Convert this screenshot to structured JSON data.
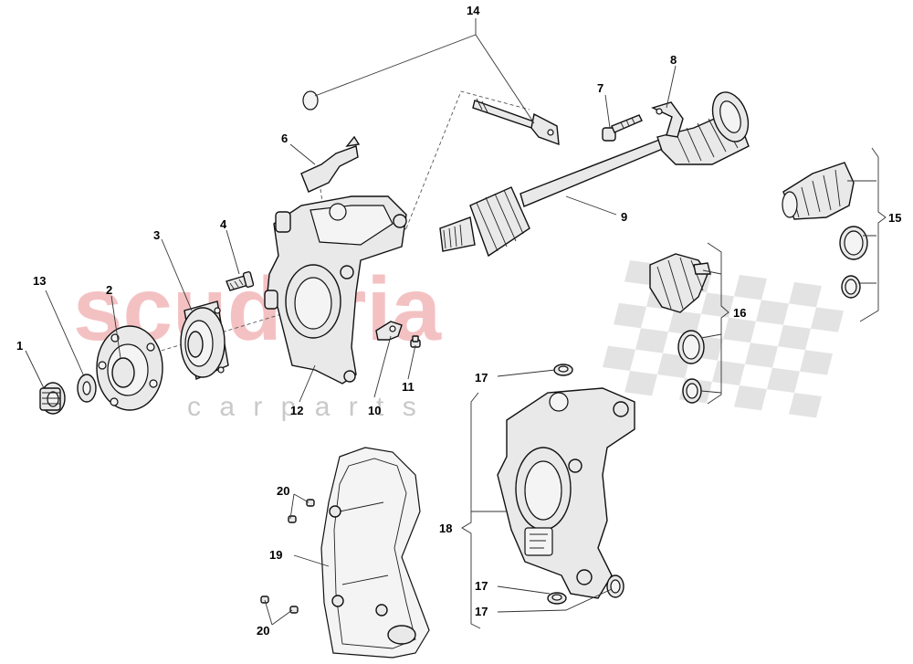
{
  "watermark": {
    "primary": "scuderia",
    "secondary": "c a r   p a r t s",
    "primary_color": "#f3b7b9",
    "secondary_color": "#c9c9c9",
    "checker_color": "#cccccc"
  },
  "callouts": [
    {
      "id": "c1",
      "label": "1"
    },
    {
      "id": "c2",
      "label": "2"
    },
    {
      "id": "c3",
      "label": "3"
    },
    {
      "id": "c4",
      "label": "4"
    },
    {
      "id": "c6",
      "label": "6"
    },
    {
      "id": "c7",
      "label": "7"
    },
    {
      "id": "c8",
      "label": "8"
    },
    {
      "id": "c9",
      "label": "9"
    },
    {
      "id": "c10",
      "label": "10"
    },
    {
      "id": "c11",
      "label": "11"
    },
    {
      "id": "c12",
      "label": "12"
    },
    {
      "id": "c13",
      "label": "13"
    },
    {
      "id": "c14",
      "label": "14"
    },
    {
      "id": "c15",
      "label": "15"
    },
    {
      "id": "c16",
      "label": "16"
    },
    {
      "id": "c17a",
      "label": "17"
    },
    {
      "id": "c17b",
      "label": "17"
    },
    {
      "id": "c17c",
      "label": "17"
    },
    {
      "id": "c18",
      "label": "18"
    },
    {
      "id": "c19",
      "label": "19"
    },
    {
      "id": "c20a",
      "label": "20"
    },
    {
      "id": "c20b",
      "label": "20"
    }
  ]
}
